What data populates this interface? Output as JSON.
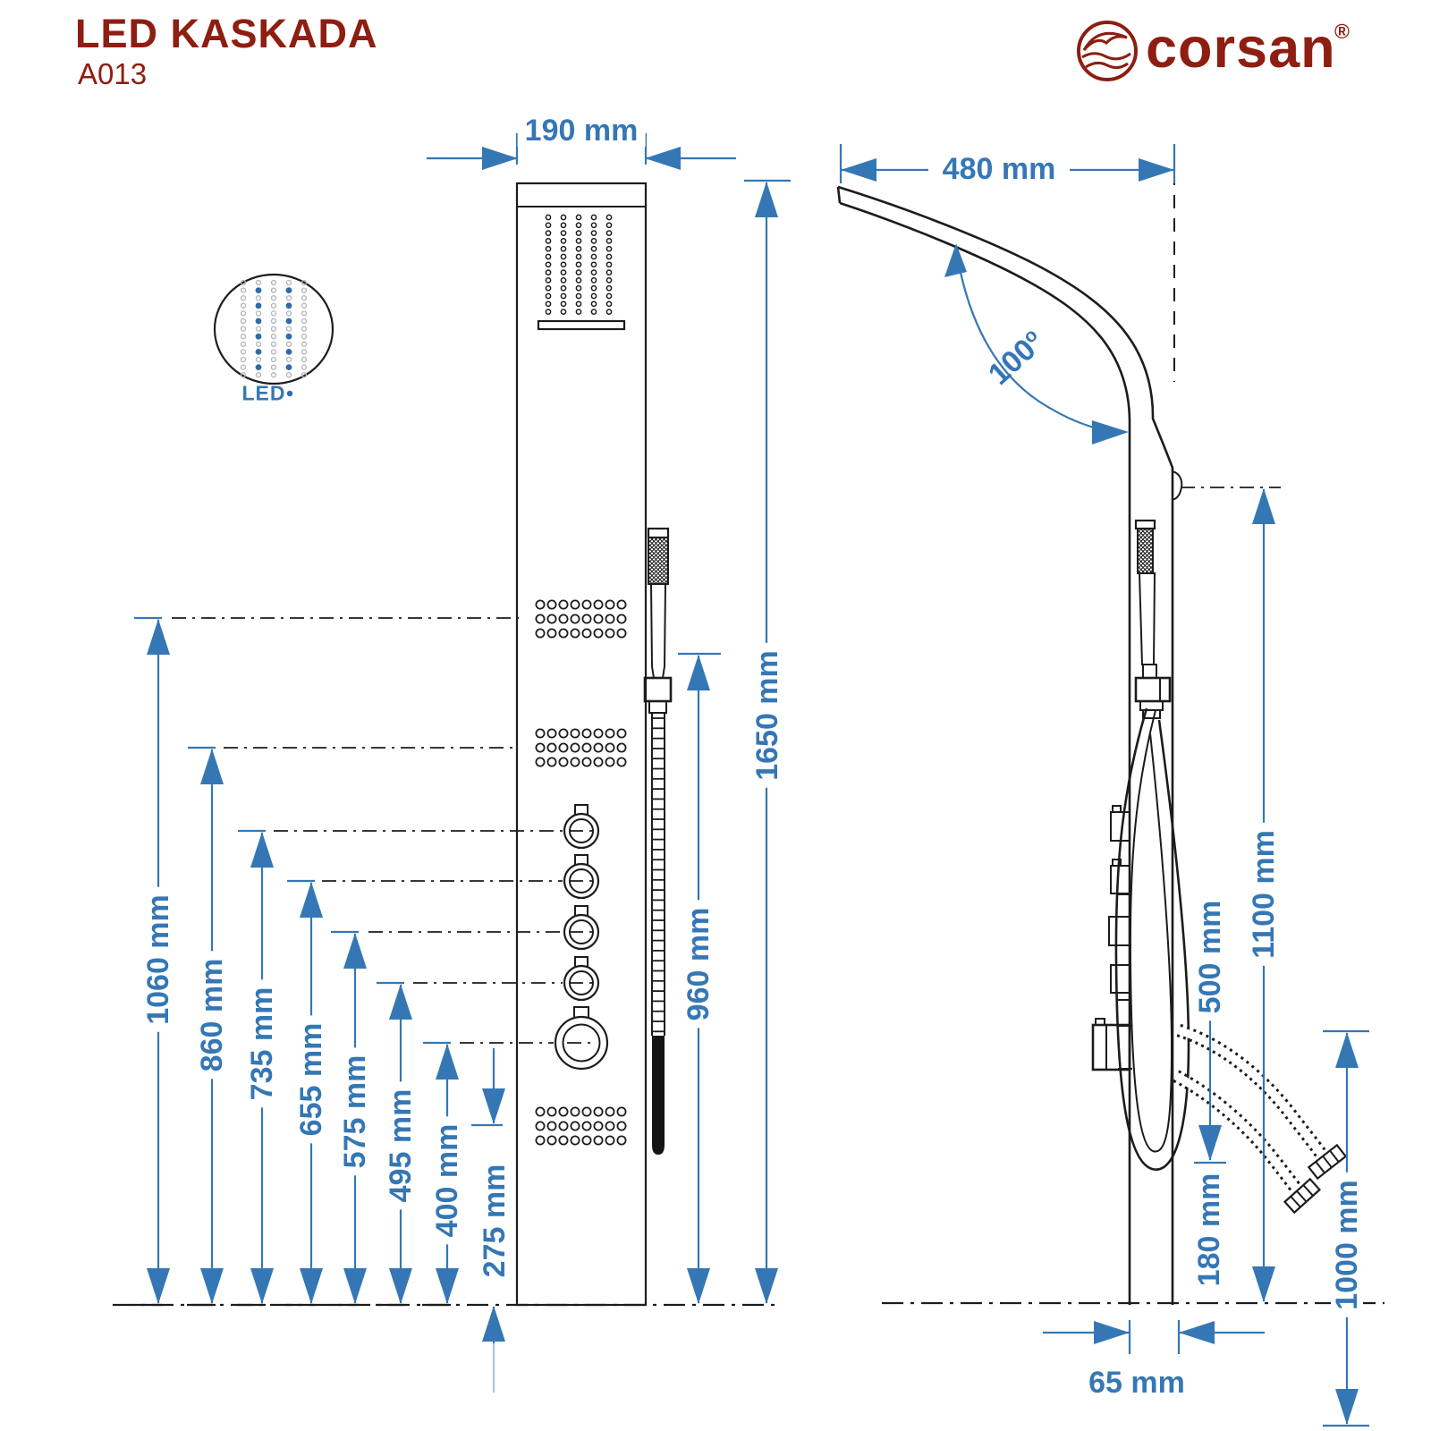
{
  "header": {
    "title": "LED KASKADA",
    "code": "A013",
    "brand": "corsan",
    "registered": "®"
  },
  "colors": {
    "accent_blue": "#3577b5",
    "brand_red": "#8e1d12",
    "line_black": "#1c1c1c",
    "led_dot_blue": "#2f6ba8"
  },
  "front_view": {
    "width_label": "190 mm",
    "height_label": "1650 mm",
    "hand_shower_label": "960 mm",
    "feature_heights": [
      "1060 mm",
      "860 mm",
      "735 mm",
      "655 mm",
      "575 mm",
      "495 mm",
      "400 mm",
      "275 mm"
    ],
    "led_detail_label": "LED"
  },
  "side_view": {
    "depth_label": "480 mm",
    "angle_value": "100",
    "angle_unit": "o",
    "upper_height_label": "1100 mm",
    "hose_label": "500 mm",
    "outlet_label": "180 mm",
    "connection_label": "1000 mm",
    "base_label": "65 mm"
  }
}
